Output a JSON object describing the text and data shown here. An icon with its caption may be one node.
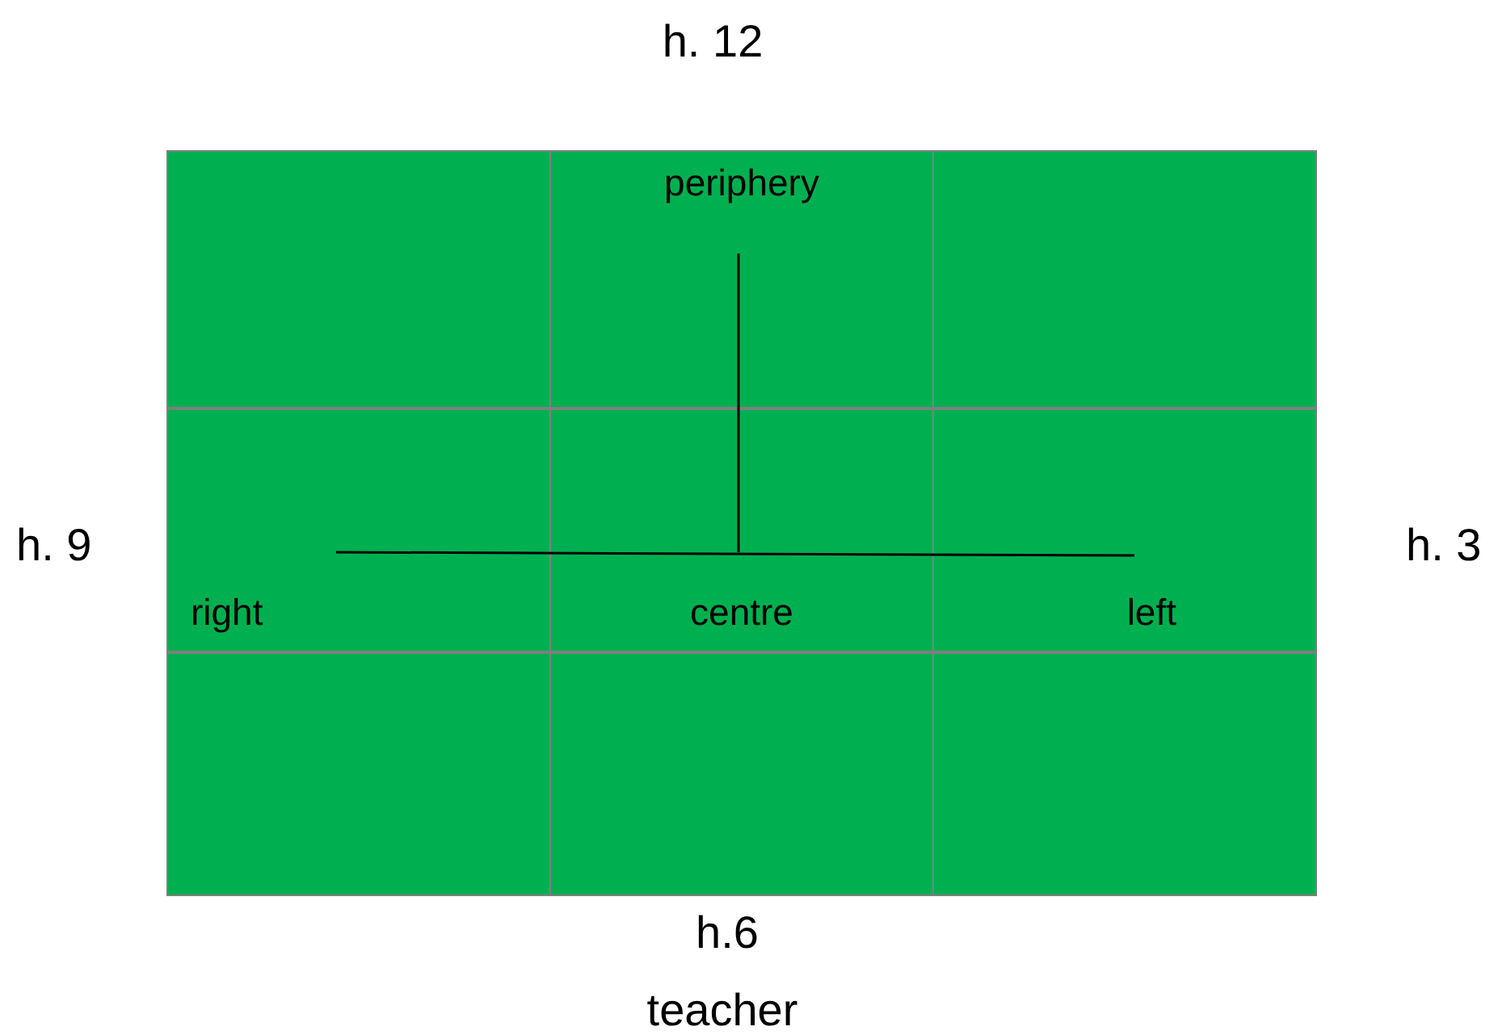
{
  "diagram": {
    "nodes": [
      {
        "text": [],
        "shape": "box"
      },
      {
        "text": [
          "periphery"
        ]
      },
      {
        "text": [],
        "shape": "box"
      },
      {
        "text": [
          "right"
        ]
      },
      {
        "text": [
          "centre"
        ]
      },
      {
        "text": [
          "left"
        ]
      },
      {
        "text": [],
        "shape": "box"
      },
      {
        "text": [],
        "shape": "box"
      },
      {
        "text": [],
        "shape": "box"
      }
    ],
    "labels": [
      "h. 12",
      "h. 9",
      "h. 3",
      "h.6",
      "teacher"
    ]
  }
}
